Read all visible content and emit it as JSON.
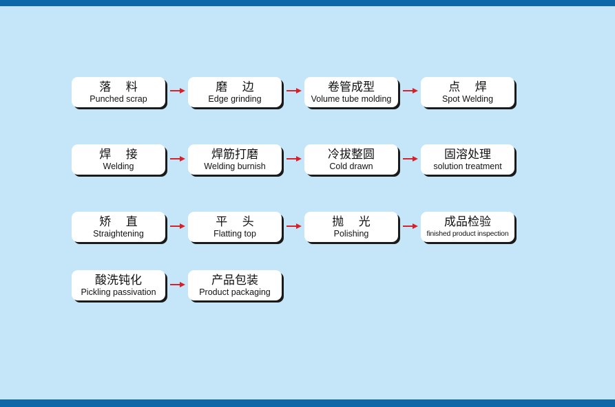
{
  "steps": [
    {
      "cn": "落    料",
      "en": "Punched scrap"
    },
    {
      "cn": "磨    边",
      "en": "Edge grinding"
    },
    {
      "cn": "卷管成型",
      "en": "Volume tube molding"
    },
    {
      "cn": "点    焊",
      "en": "Spot Welding"
    },
    {
      "cn": "焊    接",
      "en": "Welding"
    },
    {
      "cn": "焊筋打磨",
      "en": "Welding burnish"
    },
    {
      "cn": "冷拔整圆",
      "en": "Cold drawn"
    },
    {
      "cn": "固溶处理",
      "en": "solution treatment"
    },
    {
      "cn": "矫    直",
      "en": "Straightening"
    },
    {
      "cn": "平    头",
      "en": "Flatting top"
    },
    {
      "cn": "抛    光",
      "en": "Polishing"
    },
    {
      "cn": "成品检验",
      "en": "finished product inspection"
    },
    {
      "cn": "酸洗钝化",
      "en": "Pickling passivation"
    },
    {
      "cn": "产品包装",
      "en": "Product packaging"
    }
  ],
  "colors": {
    "background": "#c4e6f8",
    "band": "#0e68a8",
    "arrow": "#d8202a"
  },
  "icons": {
    "connector": "right-arrow-icon"
  }
}
